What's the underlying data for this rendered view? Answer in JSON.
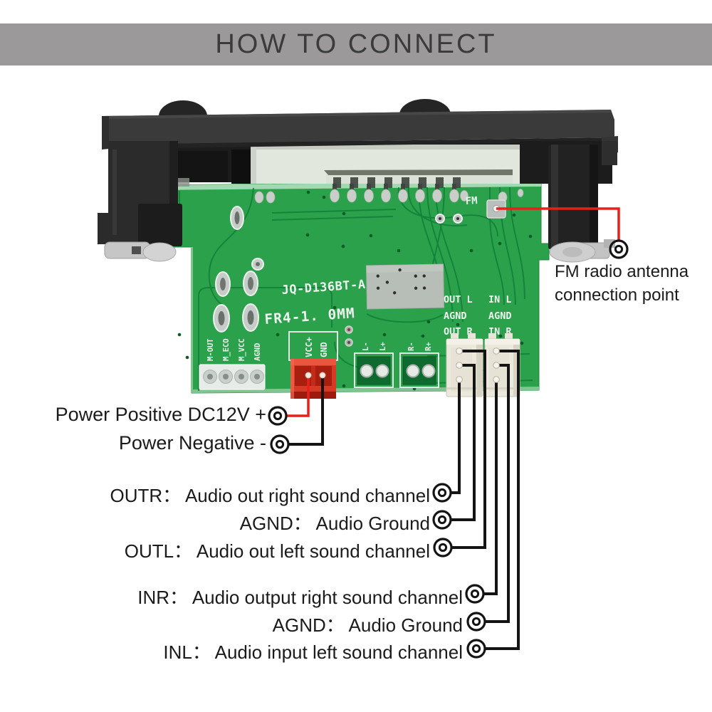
{
  "header": {
    "title": "HOW TO CONNECT"
  },
  "board": {
    "silkscreen": {
      "model": "JQ-D136BT-A",
      "material": "FR4-1. 0MM",
      "fm": "FM",
      "out_col": {
        "l": "OUT L",
        "gnd": "AGND",
        "r": "OUT R"
      },
      "in_col": {
        "l": "IN L",
        "gnd": "AGND",
        "r": "IN R"
      },
      "power": {
        "vcc": "VCC+",
        "gnd": "GND"
      },
      "aux": {
        "p1": "M-OUT",
        "p2": "M_ECO",
        "p3": "M_VCC",
        "p4": "AGND"
      },
      "speaker": {
        "l_neg": "L-",
        "l_pos": "L+",
        "r_neg": "R-",
        "r_pos": "R+"
      }
    }
  },
  "annotations": {
    "fm": {
      "line1": "FM radio antenna",
      "line2": "connection point"
    },
    "power_positive": "Power Positive DC12V +",
    "power_negative": "Power Negative -",
    "channels": [
      "OUTR： Audio out right sound channel",
      "AGND： Audio Ground",
      "OUTL： Audio out left sound channel",
      "INR： Audio output right sound channel",
      "AGND： Audio Ground",
      "INL： Audio input left sound channel"
    ]
  },
  "colors": {
    "header_bg": "#9b999a",
    "header_text": "#3b3b3b",
    "pcb_green": "#2ba14b",
    "trace_green": "#128038",
    "red_line": "#e8201a",
    "black_line": "#141414",
    "connector_red": "#d63a27"
  }
}
